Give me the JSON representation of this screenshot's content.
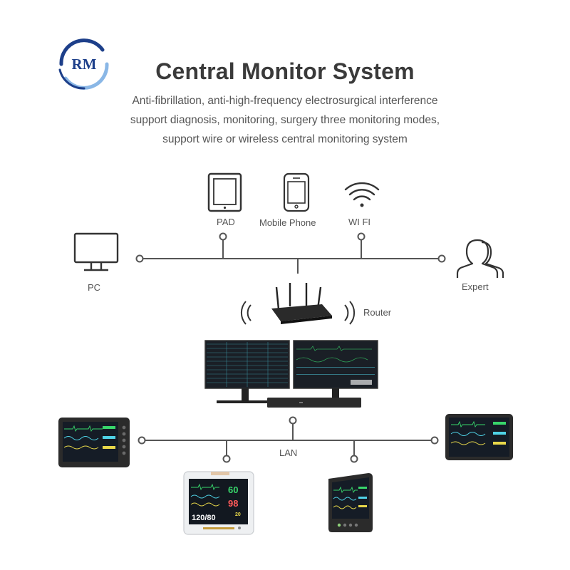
{
  "logo": {
    "text": "RM",
    "colors": {
      "primary": "#1d3f8a",
      "accent": "#8ab7e6"
    }
  },
  "header": {
    "title": "Central Monitor System",
    "lines": [
      "Anti-fibrillation, anti-high-frequency electrosurgical interference",
      "support diagnosis, monitoring, surgery three monitoring modes,",
      "support wire or wireless central monitoring system"
    ]
  },
  "nodes": {
    "pad": "PAD",
    "phone": "Mobile Phone",
    "wifi": "WI FI",
    "pc": "PC",
    "expert": "Expert",
    "router": "Router",
    "lan": "LAN"
  },
  "monitor_readings": {
    "nibp": "120/80",
    "hr": "60",
    "spo2": "98",
    "resp": "20"
  },
  "colors": {
    "line": "#555555",
    "screen": "#151c26",
    "trace_green": "#38d66b",
    "trace_yellow": "#e8d84a",
    "trace_cyan": "#4fd3e6",
    "bezel": "#2b2b2b"
  }
}
